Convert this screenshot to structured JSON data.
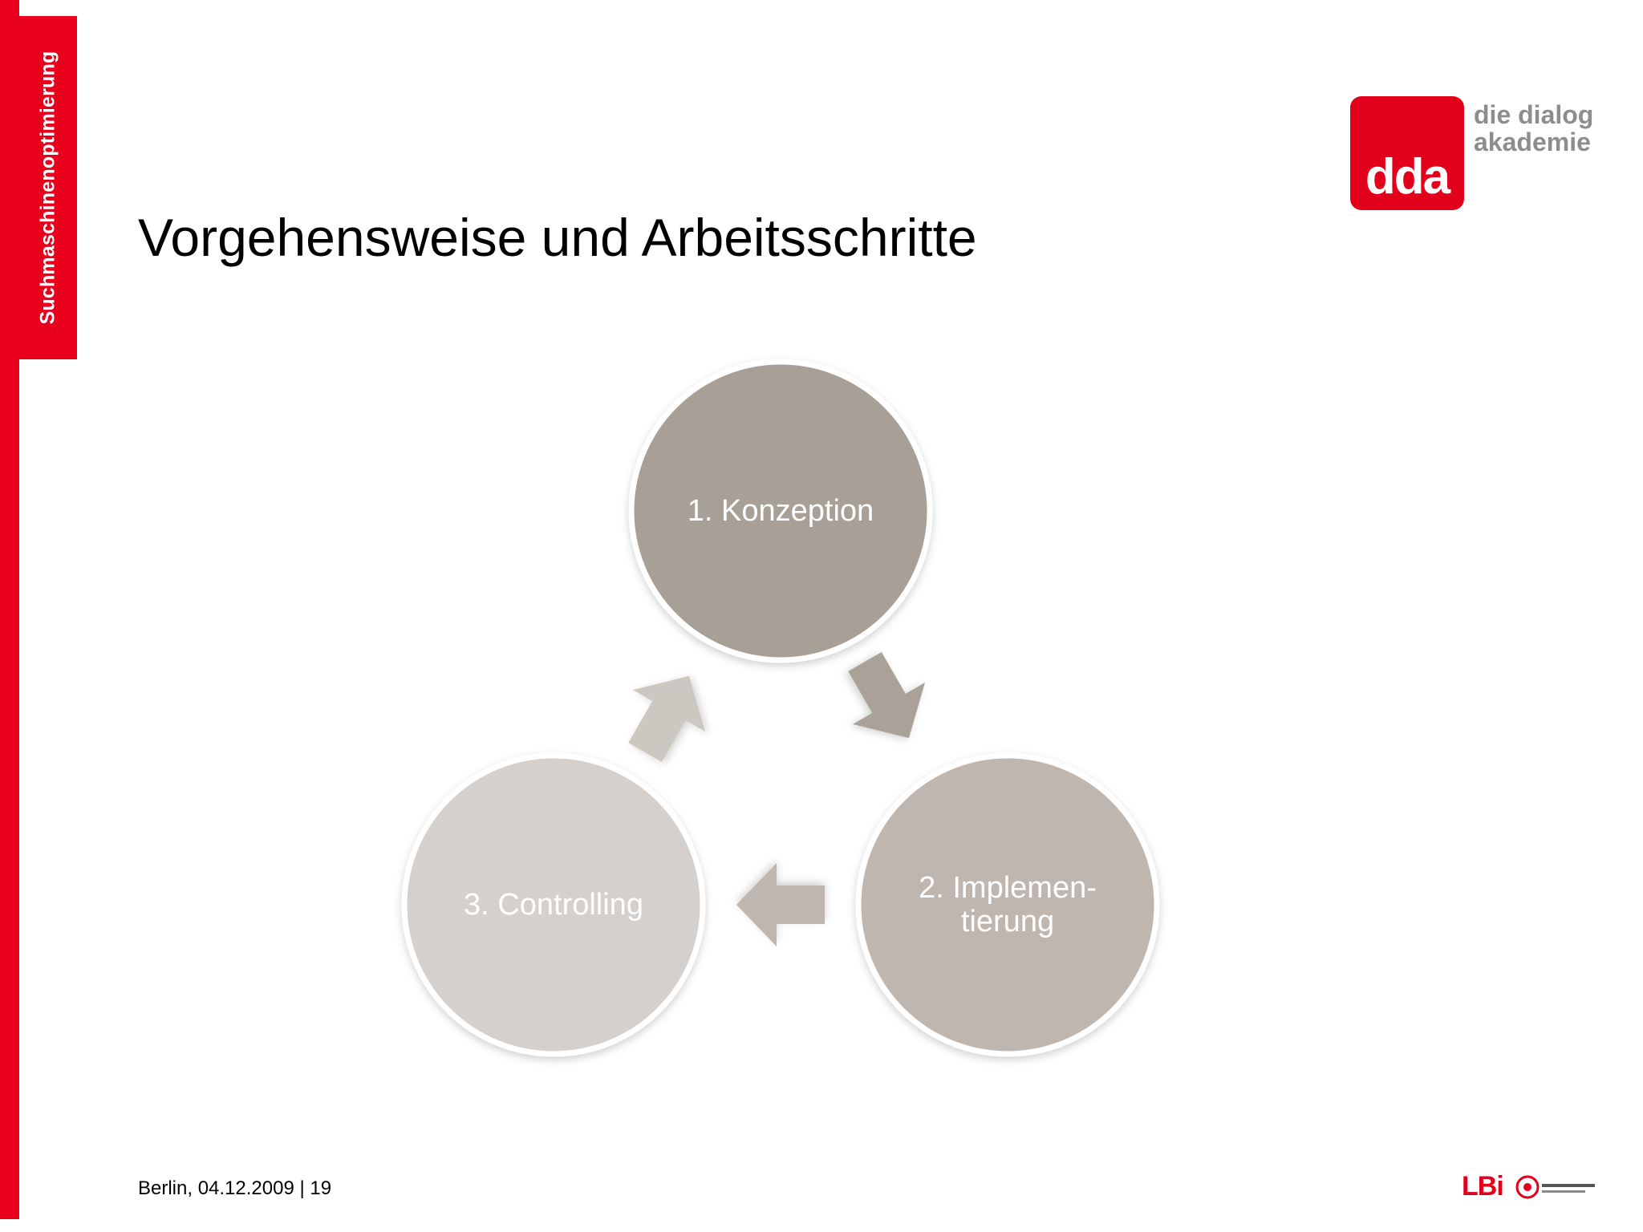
{
  "sidebar": {
    "label": "Suchmaschinenoptimierung"
  },
  "slide": {
    "title": "Vorgehensweise und Arbeitsschritte"
  },
  "logo": {
    "abbr": "dda",
    "line1": "die dialog",
    "line2": "akademie"
  },
  "cycle": {
    "nodes": [
      {
        "line1": "1. Konzeption",
        "line2": "",
        "color": "#a89f96"
      },
      {
        "line1": "2. Implemen-",
        "line2": "tierung",
        "color": "#bfb6b0"
      },
      {
        "line1": "3. Controlling",
        "line2": "",
        "color": "#d5d0cc"
      }
    ],
    "arrow_colors": [
      "#aaa299",
      "#bfb6b0",
      "#cdc7c2"
    ]
  },
  "footer": {
    "text": "Berlin, 04.12.2009 | 19"
  },
  "partner": {
    "text": "LBi"
  }
}
